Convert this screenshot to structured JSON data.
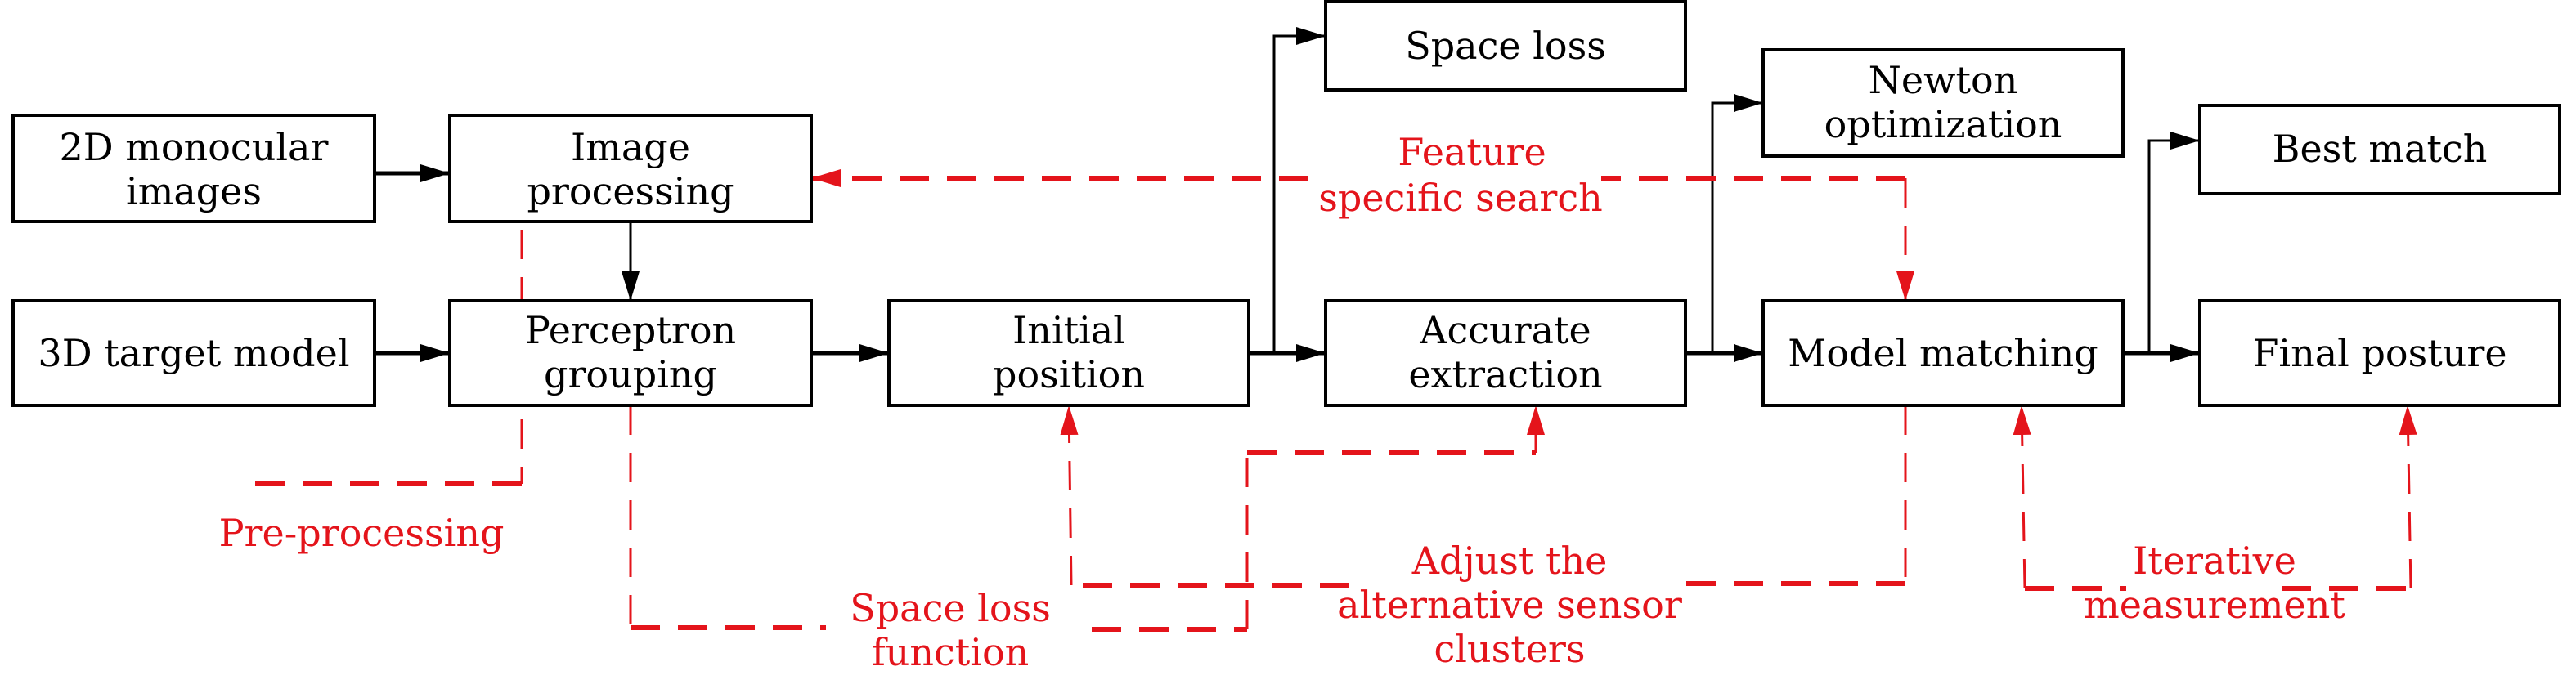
{
  "diagram": {
    "colors": {
      "node_stroke": "#000000",
      "feedback": "#e4141b",
      "background": "#ffffff"
    },
    "nodes": [
      {
        "id": "mono",
        "lines": [
          "2D monocular",
          "images"
        ]
      },
      {
        "id": "imgproc",
        "lines": [
          "Image",
          "processing"
        ]
      },
      {
        "id": "target3d",
        "lines": [
          "3D target model"
        ]
      },
      {
        "id": "perceptron",
        "lines": [
          "Perceptron",
          "grouping"
        ]
      },
      {
        "id": "initpos",
        "lines": [
          "Initial",
          "position"
        ]
      },
      {
        "id": "spaceloss",
        "lines": [
          "Space loss"
        ]
      },
      {
        "id": "accurate",
        "lines": [
          "Accurate",
          "extraction"
        ]
      },
      {
        "id": "newton",
        "lines": [
          "Newton",
          "optimization"
        ]
      },
      {
        "id": "modelmatch",
        "lines": [
          "Model matching"
        ]
      },
      {
        "id": "bestmatch",
        "lines": [
          "Best match"
        ]
      },
      {
        "id": "final",
        "lines": [
          "Final posture"
        ]
      }
    ],
    "edges": [
      {
        "from": "mono",
        "to": "imgproc"
      },
      {
        "from": "imgproc",
        "to": "perceptron"
      },
      {
        "from": "target3d",
        "to": "perceptron"
      },
      {
        "from": "perceptron",
        "to": "initpos"
      },
      {
        "from": "initpos",
        "to": "accurate"
      },
      {
        "from": "initpos",
        "to": "spaceloss"
      },
      {
        "from": "accurate",
        "to": "modelmatch"
      },
      {
        "from": "accurate",
        "to": "newton"
      },
      {
        "from": "modelmatch",
        "to": "final"
      },
      {
        "from": "modelmatch",
        "to": "bestmatch"
      }
    ],
    "feedback_labels": {
      "feature": [
        "Feature",
        "specific search"
      ],
      "preprocessing": [
        "Pre-processing"
      ],
      "spaceloss_fn": [
        "Space loss",
        "function"
      ],
      "adjust": [
        "Adjust the",
        "alternative sensor",
        "clusters"
      ],
      "iterative": [
        "Iterative",
        "measurement"
      ]
    }
  }
}
